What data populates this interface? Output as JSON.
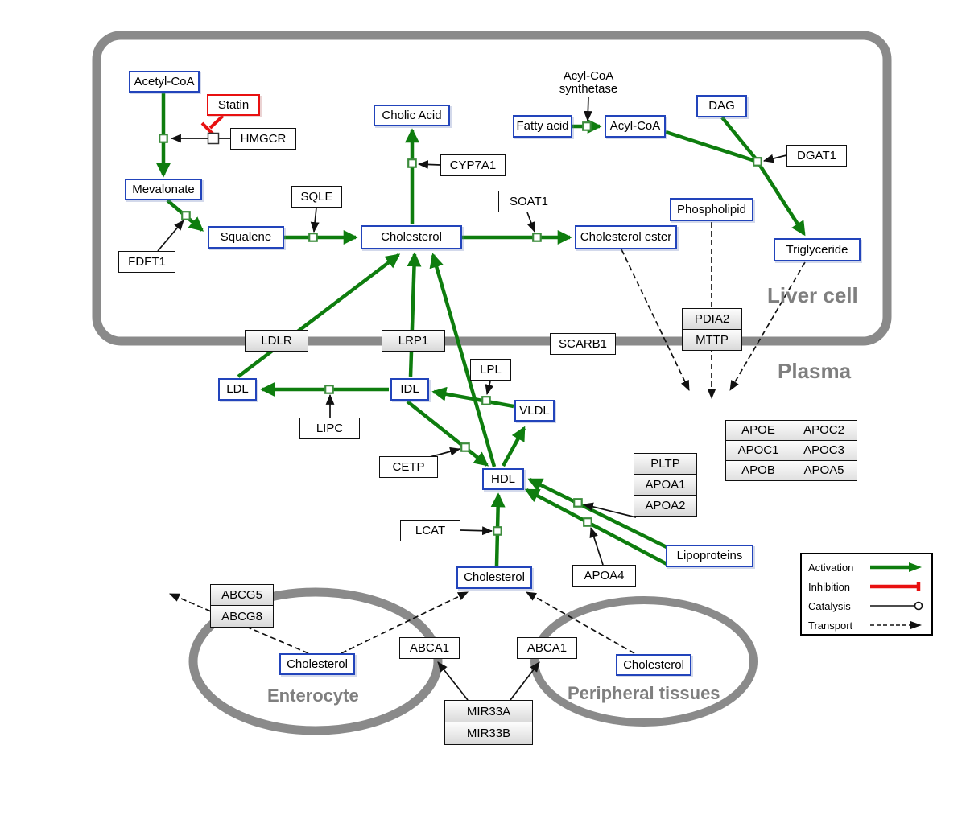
{
  "regions": {
    "liver_cell": "Liver cell",
    "plasma": "Plasma",
    "enterocyte": "Enterocyte",
    "peripheral_tissues": "Peripheral tissues"
  },
  "nodes": {
    "acetyl_coa": "Acetyl-CoA",
    "statin": "Statin",
    "hmgcr": "HMGCR",
    "mevalonate": "Mevalonate",
    "fdft1": "FDFT1",
    "squalene": "Squalene",
    "sqle": "SQLE",
    "cholic_acid": "Cholic Acid",
    "cyp7a1": "CYP7A1",
    "cholesterol_liver": "Cholesterol",
    "soat1": "SOAT1",
    "cholesterol_ester": "Cholesterol ester",
    "acyl_coa_synthetase_line1": "Acyl-CoA",
    "acyl_coa_synthetase_line2": "synthetase",
    "fatty_acid": "Fatty acid",
    "acyl_coa": "Acyl-CoA",
    "dag": "DAG",
    "dgat1": "DGAT1",
    "phospholipid": "Phospholipid",
    "triglyceride": "Triglyceride",
    "ldlr": "LDLR",
    "lrp1": "LRP1",
    "scarb1": "SCARB1",
    "ldl": "LDL",
    "idl": "IDL",
    "lipc": "LIPC",
    "lpl": "LPL",
    "vldl": "VLDL",
    "cetp": "CETP",
    "hdl": "HDL",
    "lcat": "LCAT",
    "apoa4": "APOA4",
    "lipoproteins": "Lipoproteins",
    "cholesterol_plasma": "Cholesterol",
    "abca1_enterocyte": "ABCA1",
    "abca1_peripheral": "ABCA1",
    "cholesterol_enterocyte": "Cholesterol",
    "cholesterol_peripheral": "Cholesterol"
  },
  "stacks": {
    "pdia2_mttp": [
      "PDIA2",
      "MTTP"
    ],
    "pltp_apoa": [
      "PLTP",
      "APOA1",
      "APOA2"
    ],
    "abcg": [
      "ABCG5",
      "ABCG8"
    ],
    "mir33": [
      "MIR33A",
      "MIR33B"
    ]
  },
  "apo_table": [
    [
      "APOE",
      "APOC2"
    ],
    [
      "APOC1",
      "APOC3"
    ],
    [
      "APOB",
      "APOA5"
    ]
  ],
  "legend": {
    "items": [
      {
        "label": "Activation",
        "type": "activation"
      },
      {
        "label": "Inhibition",
        "type": "inhibition"
      },
      {
        "label": "Catalysis",
        "type": "catalysis"
      },
      {
        "label": "Transport",
        "type": "transport"
      }
    ]
  },
  "colors": {
    "activation": "#0E7D0E",
    "inhibition": "#E81010",
    "metabolite_border": "#2244BB",
    "membrane": "#8A8A8A"
  }
}
